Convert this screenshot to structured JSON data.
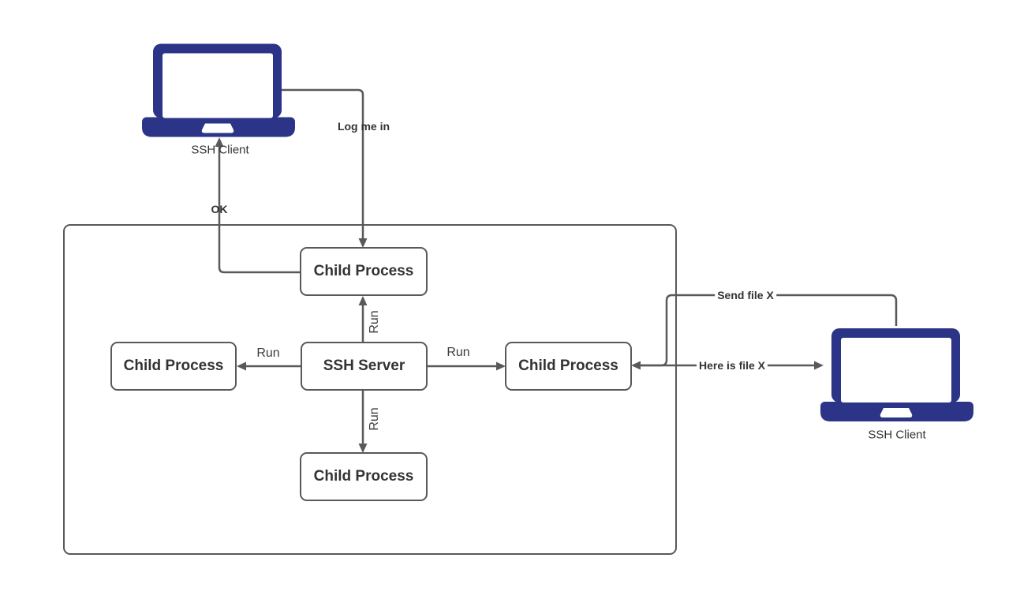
{
  "diagram": {
    "nodes": {
      "child_top": {
        "label": "Child Process"
      },
      "child_left": {
        "label": "Child Process"
      },
      "ssh_server": {
        "label": "SSH Server"
      },
      "child_right": {
        "label": "Child Process"
      },
      "child_bottom": {
        "label": "Child Process"
      }
    },
    "clients": {
      "left": {
        "label": "SSH Client"
      },
      "right": {
        "label": "SSH Client"
      }
    },
    "edges": {
      "log_me_in": {
        "label": "Log me in"
      },
      "ok": {
        "label": "OK"
      },
      "run_up": {
        "label": "Run"
      },
      "run_left": {
        "label": "Run"
      },
      "run_right": {
        "label": "Run"
      },
      "run_down": {
        "label": "Run"
      },
      "send_file": {
        "label": "Send file X"
      },
      "here_is_file": {
        "label": "Here is file X"
      }
    },
    "colors": {
      "laptop_fill": "#2b3487",
      "line": "#595959",
      "text": "#333333"
    }
  }
}
